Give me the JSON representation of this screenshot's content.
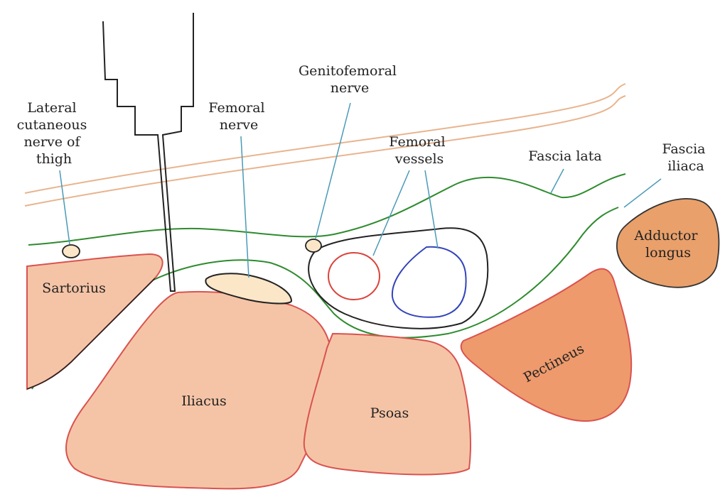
{
  "labels": {
    "lateral_cutaneous": [
      "Lateral",
      "cutaneous",
      "nerve of",
      "thigh"
    ],
    "femoral_nerve": [
      "Femoral",
      "nerve"
    ],
    "genitofemoral": [
      "Genitofemoral",
      "nerve"
    ],
    "femoral_vessels": [
      "Femoral",
      "vessels"
    ],
    "fascia_lata": "Fascia lata",
    "fascia_iliaca": [
      "Fascia",
      "iliaca"
    ],
    "adductor_longus": [
      "Adductor",
      "longus"
    ],
    "sartorius": "Sartorius",
    "iliacus": "Iliacus",
    "psoas": "Psoas",
    "pectineus": "Pectineus"
  },
  "colors": {
    "muscle_fill": "#f5c4a6",
    "muscle_stroke": "#d9534f",
    "pectineus_fill": "#ee9a6c",
    "adductor_fill": "#e9a06a",
    "femoral_nerve_fill": "#fbe6c8",
    "fascia": "#2e8b2e",
    "skin": "#e8b48e",
    "artery": "#d9443c",
    "vein": "#3344bb",
    "pointer": "#4a9ab8",
    "outline": "#222222"
  }
}
